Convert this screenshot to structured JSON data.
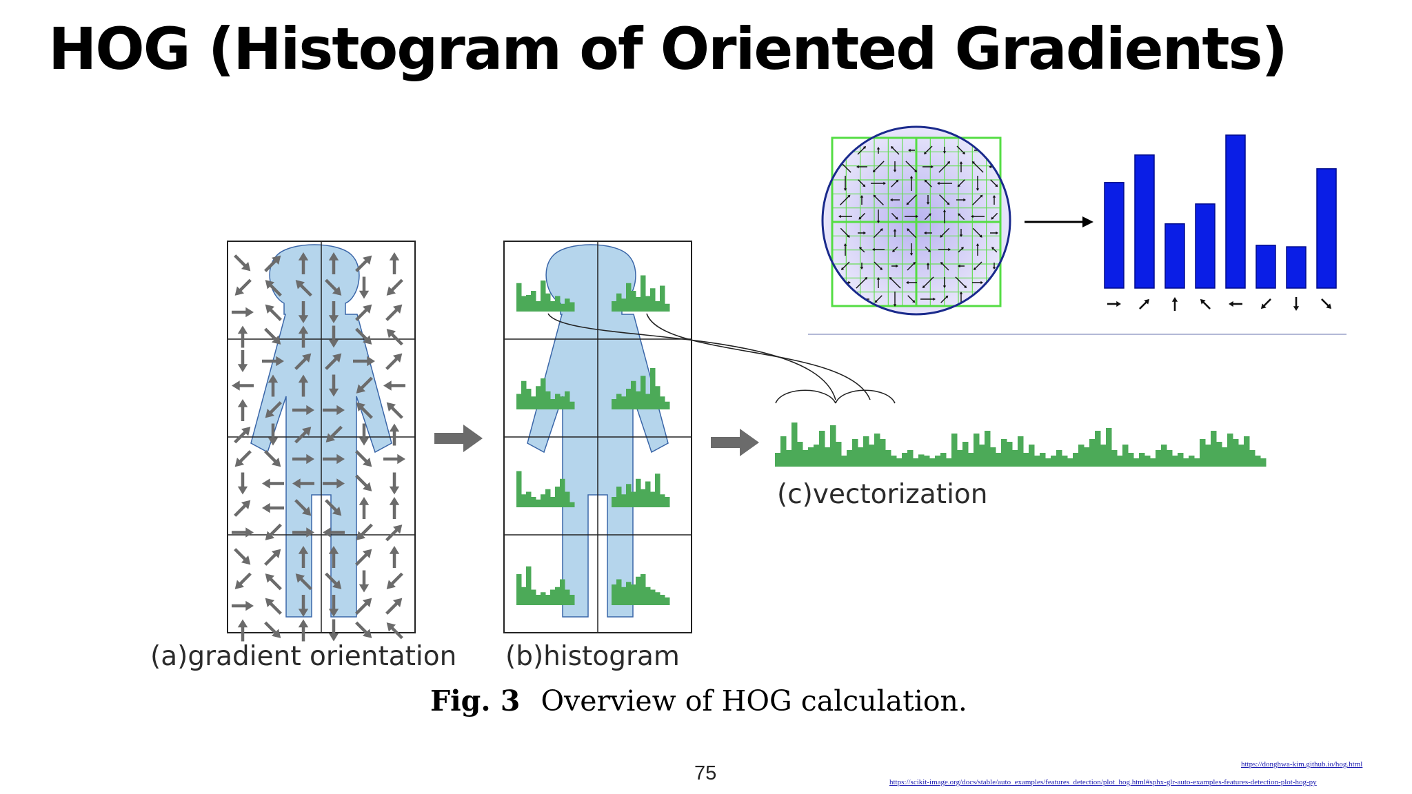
{
  "title": "HOG (Histogram of Oriented Gradients)",
  "labels": {
    "gradient": "(a)gradient orientation",
    "histogram": "(b)histogram",
    "vectorization": "(c)vectorization"
  },
  "caption": {
    "fig": "Fig. 3",
    "text": "Overview of HOG calculation."
  },
  "page_number": "75",
  "references": [
    "https://donghwa-kim.github.io/hog.html",
    "https://scikit-image.org/docs/stable/auto_examples/features_detection/plot_hog.html#sphx-glr-auto-examples-features-detection-plot-hog-py"
  ],
  "colors": {
    "figure_fill": "#b5d5ec",
    "arrow": "#6b6b6b",
    "histogram": "#4caa58",
    "bars": "#0a1ee6",
    "grid_green": "#66dd55",
    "circle": "#1a2a8c"
  },
  "orientation_bins": [
    "→",
    "↗",
    "↑",
    "↖",
    "←",
    "↙",
    "↓",
    "↘"
  ],
  "orientation_histogram": [
    0.69,
    0.87,
    0.42,
    0.55,
    1.0,
    0.28,
    0.27,
    0.78
  ],
  "cell_histograms": [
    [
      0.55,
      0.3,
      0.32,
      0.4,
      0.2,
      0.6,
      0.35,
      0.2,
      0.3,
      0.15,
      0.25,
      0.18
    ],
    [
      0.2,
      0.35,
      0.25,
      0.55,
      0.4,
      0.28,
      0.7,
      0.3,
      0.45,
      0.2,
      0.5,
      0.15
    ],
    [
      0.3,
      0.55,
      0.4,
      0.25,
      0.45,
      0.6,
      0.35,
      0.2,
      0.3,
      0.25,
      0.35,
      0.15
    ],
    [
      0.2,
      0.3,
      0.25,
      0.4,
      0.55,
      0.35,
      0.65,
      0.3,
      0.8,
      0.45,
      0.25,
      0.15
    ],
    [
      0.7,
      0.25,
      0.3,
      0.2,
      0.15,
      0.25,
      0.35,
      0.2,
      0.4,
      0.55,
      0.3,
      0.1
    ],
    [
      0.2,
      0.4,
      0.25,
      0.45,
      0.3,
      0.55,
      0.35,
      0.5,
      0.3,
      0.65,
      0.25,
      0.2
    ],
    [
      0.6,
      0.35,
      0.75,
      0.3,
      0.2,
      0.25,
      0.2,
      0.3,
      0.35,
      0.5,
      0.3,
      0.2
    ],
    [
      0.4,
      0.5,
      0.35,
      0.45,
      0.4,
      0.55,
      0.6,
      0.35,
      0.3,
      0.25,
      0.2,
      0.15
    ]
  ],
  "vector_histogram": [
    0.15,
    0.45,
    0.2,
    0.7,
    0.35,
    0.2,
    0.25,
    0.3,
    0.55,
    0.25,
    0.65,
    0.35,
    0.1,
    0.2,
    0.4,
    0.25,
    0.45,
    0.3,
    0.5,
    0.4,
    0.2,
    0.1,
    0.05,
    0.15,
    0.2,
    0.05,
    0.12,
    0.1,
    0.05,
    0.1,
    0.15,
    0.05,
    0.5,
    0.2,
    0.35,
    0.15,
    0.5,
    0.3,
    0.55,
    0.25,
    0.15,
    0.4,
    0.35,
    0.2,
    0.45,
    0.15,
    0.3,
    0.1,
    0.15,
    0.05,
    0.1,
    0.2,
    0.1,
    0.05,
    0.15,
    0.3,
    0.25,
    0.4,
    0.55,
    0.3,
    0.6,
    0.2,
    0.1,
    0.3,
    0.15,
    0.05,
    0.15,
    0.1,
    0.05,
    0.2,
    0.3,
    0.2,
    0.1,
    0.15,
    0.05,
    0.1,
    0.05,
    0.4,
    0.3,
    0.55,
    0.35,
    0.25,
    0.5,
    0.4,
    0.3,
    0.45,
    0.2,
    0.1,
    0.05
  ]
}
